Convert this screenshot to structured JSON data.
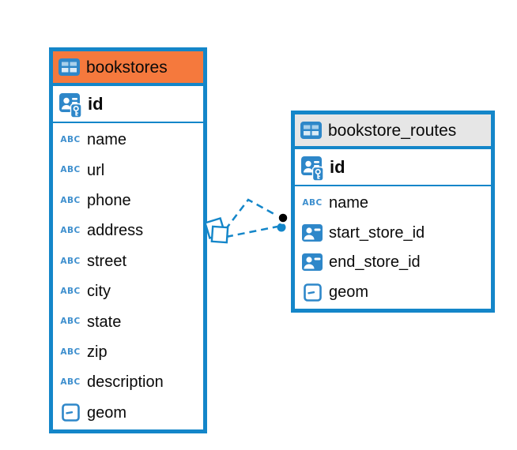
{
  "diagram": {
    "background": "#ffffff",
    "accent_color": "#1486C9",
    "tables": [
      {
        "name": "bookstores",
        "header_color": "#F5793D",
        "icon": "table-icon",
        "primary_key": {
          "label": "id",
          "icon": "primary-key-icon"
        },
        "columns": [
          {
            "label": "name",
            "icon": "text-icon"
          },
          {
            "label": "url",
            "icon": "text-icon"
          },
          {
            "label": "phone",
            "icon": "text-icon"
          },
          {
            "label": "address",
            "icon": "text-icon"
          },
          {
            "label": "street",
            "icon": "text-icon"
          },
          {
            "label": "city",
            "icon": "text-icon"
          },
          {
            "label": "state",
            "icon": "text-icon"
          },
          {
            "label": "zip",
            "icon": "text-icon"
          },
          {
            "label": "description",
            "icon": "text-icon"
          },
          {
            "label": "geom",
            "icon": "geometry-icon"
          }
        ]
      },
      {
        "name": "bookstore_routes",
        "header_color": "#E6E6E6",
        "icon": "table-icon",
        "primary_key": {
          "label": "id",
          "icon": "primary-key-icon"
        },
        "columns": [
          {
            "label": "name",
            "icon": "text-icon"
          },
          {
            "label": "start_store_id",
            "icon": "reference-icon"
          },
          {
            "label": "end_store_id",
            "icon": "reference-icon"
          },
          {
            "label": "geom",
            "icon": "geometry-icon"
          }
        ]
      }
    ],
    "relationships": {
      "from_table": "bookstores",
      "to_table": "bookstore_routes",
      "line_style": "dashed",
      "line_count": 2,
      "line_color": "#1486C9"
    },
    "icons": {
      "text_icon_glyph": "ABC"
    }
  }
}
